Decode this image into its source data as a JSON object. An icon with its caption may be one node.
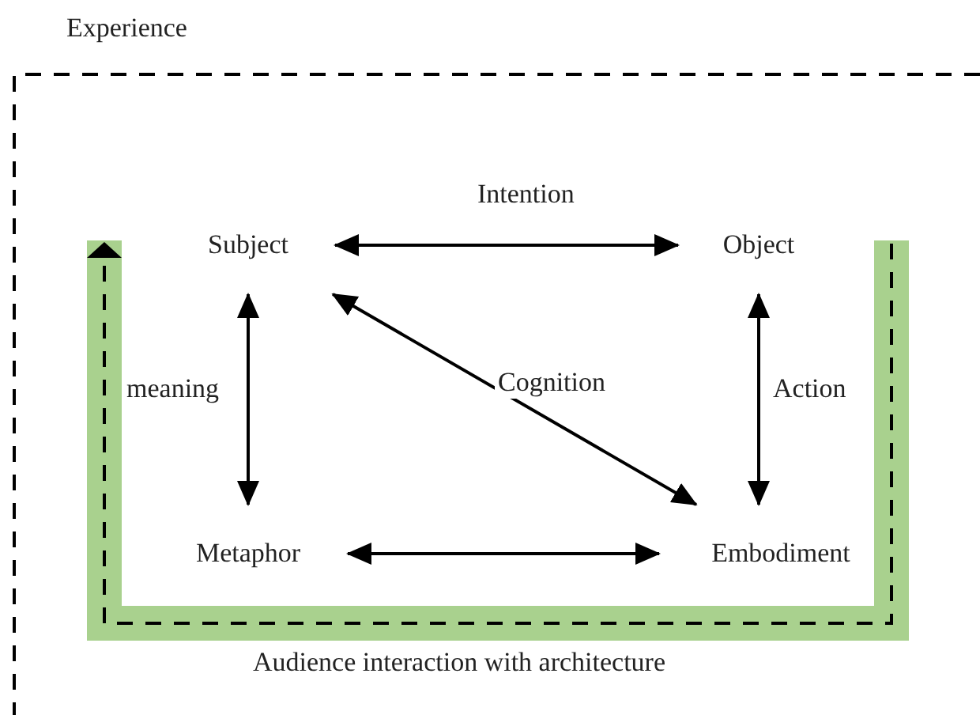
{
  "diagram": {
    "nodes": [
      {
        "text": [
          "Experience"
        ]
      },
      {
        "text": [
          "Audience interaction with architecture"
        ],
        "in": 0
      },
      {
        "text": [
          "Subject"
        ],
        "in": 0
      },
      {
        "text": [
          "Object"
        ],
        "in": 0
      },
      {
        "text": [
          "Metaphor"
        ],
        "in": 0
      },
      {
        "text": [
          "Embodiment"
        ],
        "in": 0
      }
    ],
    "edges": [
      {
        "from": 2,
        "to": 3,
        "arrow": "both",
        "label": "Intention"
      },
      {
        "from": 2,
        "to": 4,
        "arrow": "both",
        "label": "meaning"
      },
      {
        "from": 5,
        "to": 2,
        "arrow": "both",
        "label": "Cognition"
      },
      {
        "from": 3,
        "to": 5,
        "arrow": "both",
        "label": "Action"
      },
      {
        "from": 4,
        "to": 5,
        "arrow": "both"
      }
    ]
  }
}
